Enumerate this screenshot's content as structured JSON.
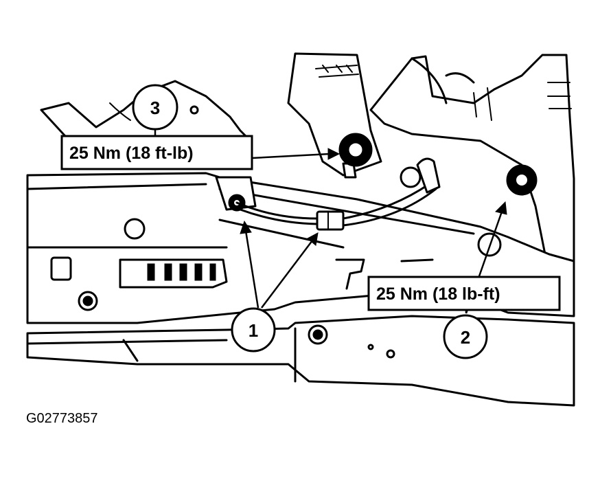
{
  "callouts": [
    {
      "number": "1"
    },
    {
      "number": "2"
    },
    {
      "number": "3"
    }
  ],
  "torque_specs": [
    {
      "text": "25 Nm (18 ft-lb)"
    },
    {
      "text": "25 Nm (18 lb-ft)"
    }
  ],
  "figure_id": "G02773857",
  "colors": {
    "ink": "#000000",
    "paper": "#ffffff"
  }
}
